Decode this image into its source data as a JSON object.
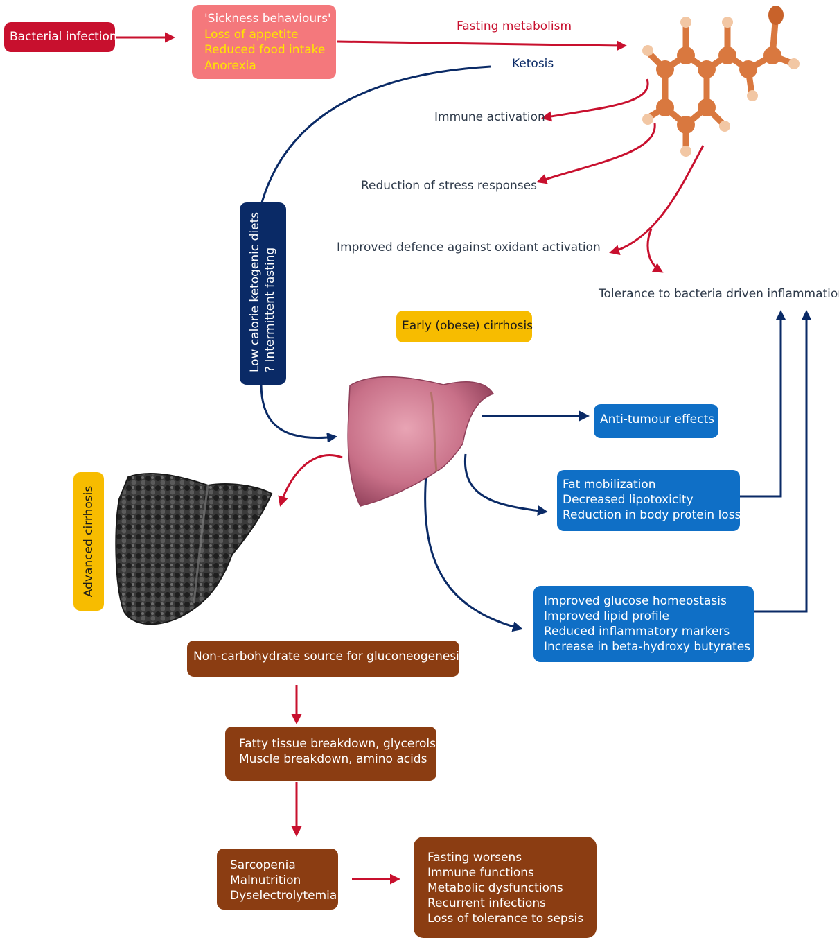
{
  "nodes": {
    "bacterial_infection": "Bacterial infection",
    "sickness": {
      "title": "'Sickness behaviours'",
      "items": [
        "Loss of appetite",
        "Reduced food intake",
        "Anorexia"
      ]
    },
    "fasting_metabolism": "Fasting metabolism",
    "ketosis": "Ketosis",
    "immune_activation": "Immune activation",
    "stress_reduction": "Reduction of stress responses",
    "oxidant_defence": "Improved defence against oxidant activation",
    "tolerance": "Tolerance to bacteria driven inflammation",
    "ketogenic": {
      "line1": "Low calorie ketogenic diets",
      "line2": "? Intermittent fasting"
    },
    "early_cirrhosis": "Early (obese) cirrhosis",
    "advanced_cirrhosis": "Advanced cirrhosis",
    "anti_tumour": "Anti-tumour effects",
    "fat_mobilization": [
      "Fat mobilization",
      "Decreased lipotoxicity",
      "Reduction in body protein loss"
    ],
    "glucose": [
      "Improved glucose homeostasis",
      "Improved lipid profile",
      "Reduced inflammatory markers",
      "Increase in beta-hydroxy butyrates"
    ],
    "non_carb": "Non-carbohydrate source for gluconeogenesis",
    "breakdown": [
      "Fatty tissue breakdown, glycerols",
      "Muscle breakdown, amino acids"
    ],
    "sarcopenia": [
      "Sarcopenia",
      "Malnutrition",
      "Dyselectrolytemia"
    ],
    "fasting_worsens": [
      "Fasting worsens",
      "Immune functions",
      "Metabolic dysfunctions",
      "Recurrent infections",
      "Loss of tolerance to sepsis"
    ]
  },
  "colors": {
    "red_arrow": "#c8102e",
    "navy_arrow": "#0a2a66",
    "sickness_items": "#ffe600",
    "molecule": "#d9783f"
  }
}
